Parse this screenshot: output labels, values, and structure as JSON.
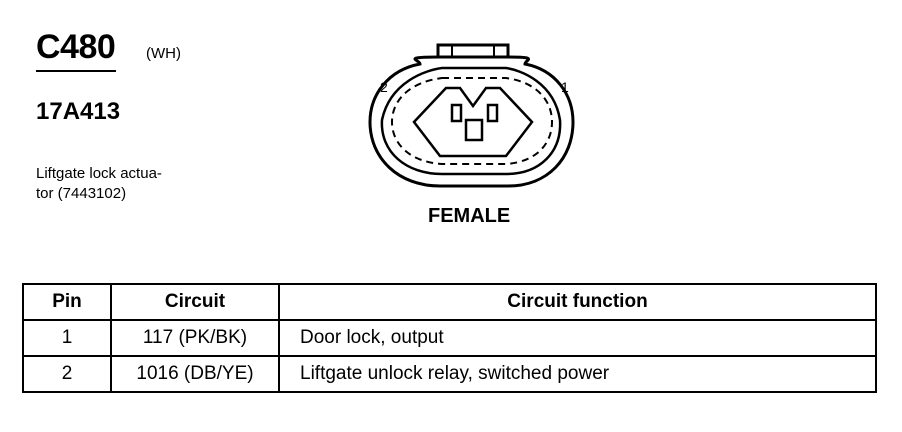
{
  "header": {
    "connector_id": "C480",
    "color_code": "(WH)",
    "part_number": "17A413",
    "description_lines": [
      "Liftgate lock actua-",
      "tor (7443102)"
    ]
  },
  "connector": {
    "pin_label_left": "2",
    "pin_label_right": "1",
    "gender": "FEMALE"
  },
  "table": {
    "headers": [
      "Pin",
      "Circuit",
      "Circuit function"
    ],
    "rows": [
      {
        "pin": "1",
        "circuit": "117 (PK/BK)",
        "function": "Door lock, output"
      },
      {
        "pin": "2",
        "circuit": "1016 (DB/YE)",
        "function": "Liftgate unlock relay, switched power"
      }
    ]
  }
}
